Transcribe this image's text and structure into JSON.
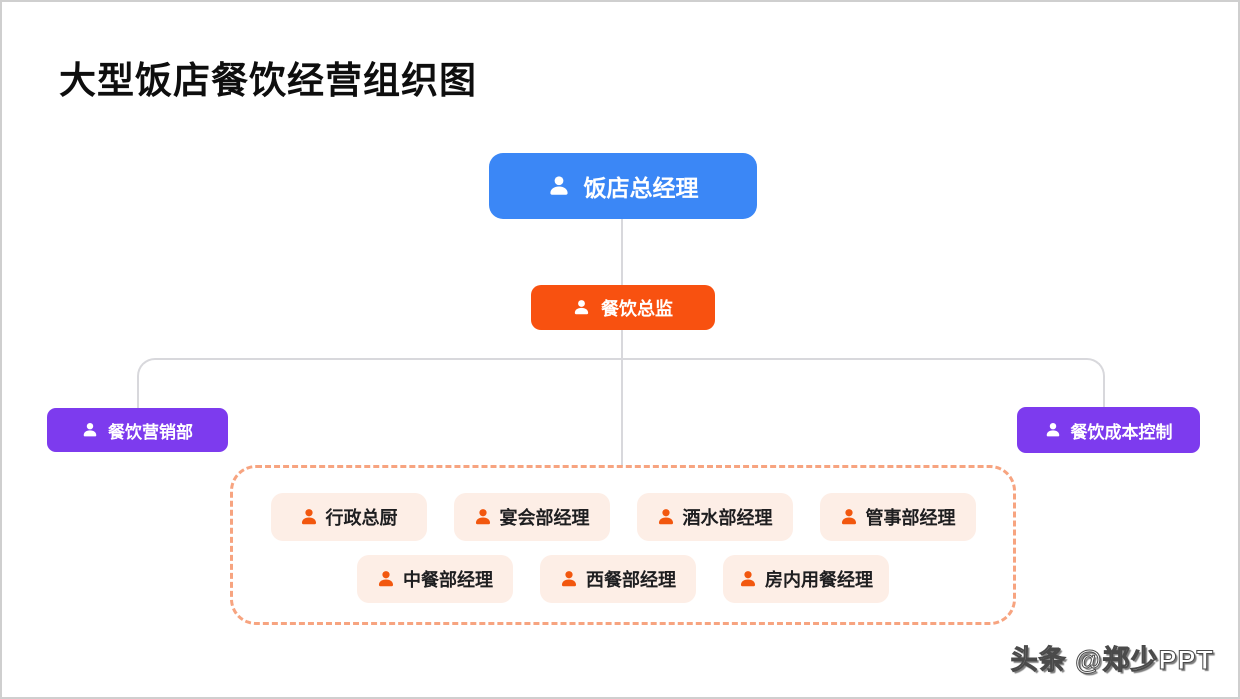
{
  "page": {
    "title": "大型饭店餐饮经营组织图",
    "watermark": "头条 @郑少PPT"
  },
  "colors": {
    "root_blue": "#3b87f6",
    "director_orange": "#f85110",
    "branch_purple": "#7d3bee",
    "dept_background_peach": "#fdeee6",
    "dept_icon_orange": "#f2570e",
    "dashed_border": "#f7a480",
    "connector_gray": "#d8d8dc",
    "title_text": "#0e0e0e",
    "dept_text": "#1e1e20"
  },
  "org": {
    "root": {
      "label": "饭店总经理",
      "icon": "person-icon"
    },
    "director": {
      "label": "餐饮总监",
      "icon": "person-icon"
    },
    "left_branch": {
      "label": "餐饮营销部",
      "icon": "person-icon"
    },
    "right_branch": {
      "label": "餐饮成本控制",
      "icon": "person-icon"
    },
    "departments": {
      "row1": [
        "行政总厨",
        "宴会部经理",
        "酒水部经理",
        "管事部经理"
      ],
      "row2": [
        "中餐部经理",
        "西餐部经理",
        "房内用餐经理"
      ]
    }
  }
}
